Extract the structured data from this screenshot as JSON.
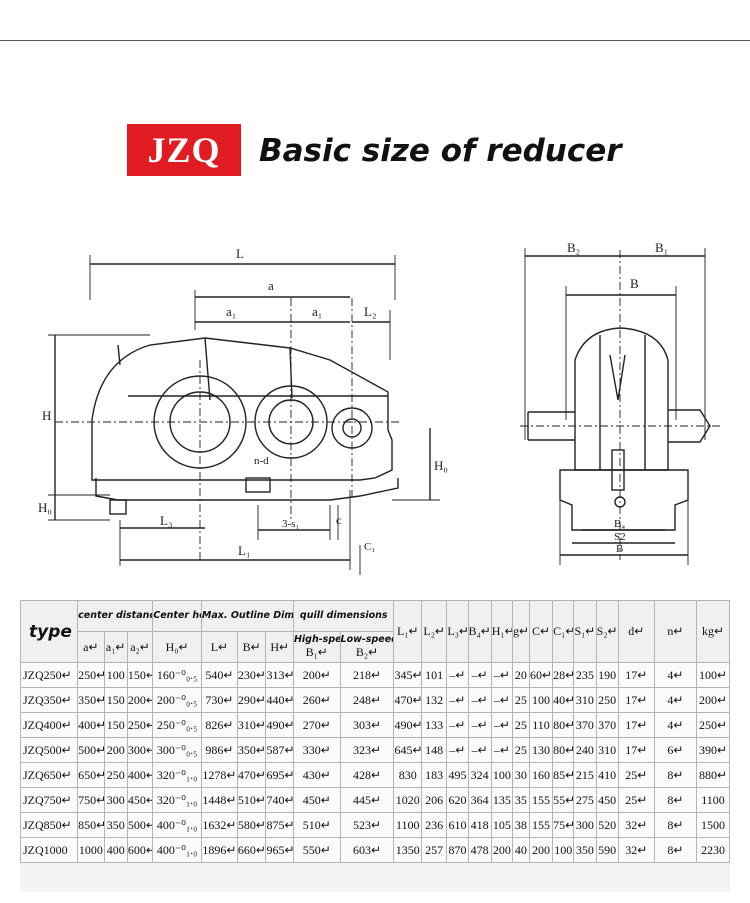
{
  "heading": {
    "badge": "JZQ",
    "title": "Basic size of reducer"
  },
  "drawing_labels": {
    "L": "L",
    "a": "a",
    "a1_left": "a₁",
    "a1_right": "a₁",
    "L2": "L₂",
    "H": "H",
    "H0_left": "H₀",
    "H0_right": "H₀",
    "n_d": "n-d",
    "L3": "L₃",
    "three_s1": "3-s₁",
    "c": "c",
    "C1": "C₁",
    "L1": "L₁",
    "B2": "B₂",
    "B1": "B₁",
    "B": "B",
    "B4": "B₄",
    "S2": "S2",
    "B_bottom": "B"
  },
  "table": {
    "type_label": "type",
    "group_headers": {
      "center_distance": "center distance",
      "center_height": "Center height",
      "max_outline": "Max. Outline Dimensions",
      "quill": "quill dimensions",
      "high_speed": "High-speed shaft",
      "low_speed": "Low-speed shaft"
    },
    "columns": {
      "a": "a↵",
      "a1": "a₁↵",
      "a2": "a₂↵",
      "H0": "H₀↵",
      "L": "L↵",
      "B": "B↵",
      "H": "H↵",
      "B1": "B₁↵",
      "B2": "B₂↵",
      "L1": "L₁↵",
      "L2": "L₂↵",
      "L3": "L₃↵",
      "B4": "B₄↵",
      "H1": "H₁↵",
      "g": "g↵",
      "C": "C↵",
      "C1": "C₁↵",
      "S1": "S₁↵",
      "S2": "S₂↵",
      "d": "d↵",
      "n": "n↵",
      "kg": "kg↵"
    },
    "rows": [
      [
        "JZQ250↵",
        "250↵",
        "100",
        "150↵",
        "160⁻⁰₀.₅",
        "540↵",
        "230↵",
        "313↵",
        "200↵",
        "218↵",
        "345↵",
        "101",
        "–↵",
        "–↵",
        "–↵",
        "20",
        "60↵",
        "28↵",
        "235",
        "190",
        "17↵",
        "4↵",
        "100↵"
      ],
      [
        "JZQ350↵",
        "350↵",
        "150",
        "200↵",
        "200⁻⁰₀.₅",
        "730↵",
        "290↵",
        "440↵",
        "260↵",
        "248↵",
        "470↵",
        "132",
        "–↵",
        "–↵",
        "–↵",
        "25",
        "100",
        "40↵",
        "310",
        "250",
        "17↵",
        "4↵",
        "200↵"
      ],
      [
        "JZQ400↵",
        "400↵",
        "150",
        "250↵",
        "250⁻⁰₀.₅",
        "826↵",
        "310↵",
        "490↵",
        "270↵",
        "303↵",
        "490↵",
        "133",
        "–↵",
        "–↵",
        "–↵",
        "25",
        "110",
        "80↵",
        "370",
        "370",
        "17↵",
        "4↵",
        "250↵"
      ],
      [
        "JZQ500↵",
        "500↵",
        "200",
        "300↵",
        "300⁻⁰₀.₅",
        "986↵",
        "350↵",
        "587↵",
        "330↵",
        "323↵",
        "645↵",
        "148",
        "–↵",
        "–↵",
        "–↵",
        "25",
        "130",
        "80↵",
        "240",
        "310",
        "17↵",
        "6↵",
        "390↵"
      ],
      [
        "JZQ650↵",
        "650↵",
        "250",
        "400↵",
        "320⁻⁰₁.₀",
        "1278↵",
        "470↵",
        "695↵",
        "430↵",
        "428↵",
        "830",
        "183",
        "495",
        "324",
        "100",
        "30",
        "160",
        "85↵",
        "215",
        "410",
        "25↵",
        "8↵",
        "880↵"
      ],
      [
        "JZQ750↵",
        "750↵",
        "300",
        "450↵",
        "320⁻⁰₁.₀",
        "1448↵",
        "510↵",
        "740↵",
        "450↵",
        "445↵",
        "1020",
        "206",
        "620",
        "364",
        "135",
        "35",
        "155",
        "55↵",
        "275",
        "450",
        "25↵",
        "8↵",
        "1100"
      ],
      [
        "JZQ850↵",
        "850↵",
        "350",
        "500↵",
        "400⁻⁰₁.₀",
        "1632↵",
        "580↵",
        "875↵",
        "510↵",
        "523↵",
        "1100",
        "236",
        "610",
        "418",
        "105",
        "38",
        "155",
        "75↵",
        "300",
        "520",
        "32↵",
        "8↵",
        "1500"
      ],
      [
        "JZQ1000",
        "1000",
        "400",
        "600↵",
        "400⁻⁰₁.₀",
        "1896↵",
        "660↵",
        "965↵",
        "550↵",
        "603↵",
        "1350",
        "257",
        "870",
        "478",
        "200",
        "40",
        "200",
        "100",
        "350",
        "590",
        "32↵",
        "8↵",
        "2230"
      ]
    ]
  }
}
